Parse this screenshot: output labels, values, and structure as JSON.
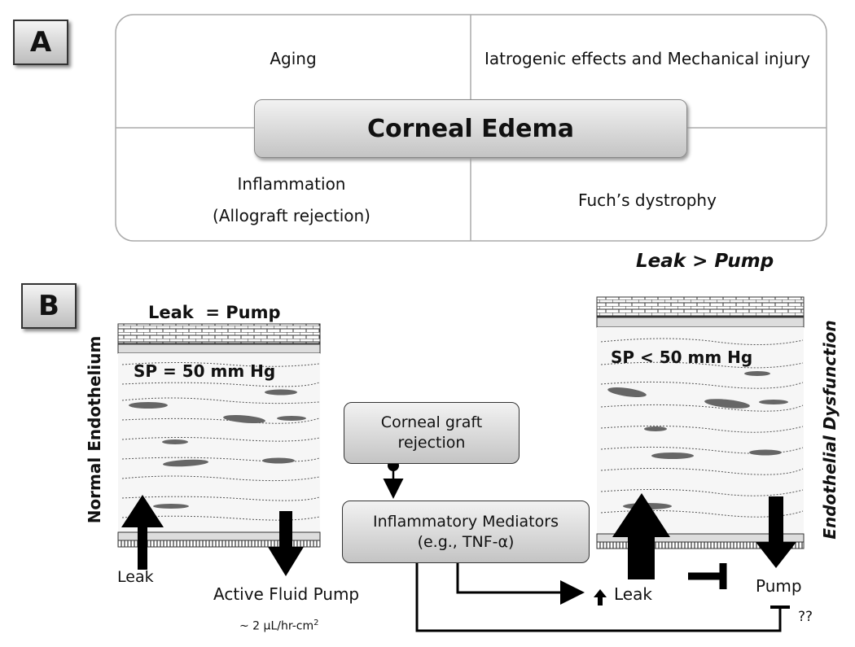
{
  "panel_a": {
    "label": "A",
    "center": "Corneal Edema",
    "quadrants": {
      "top_left": "Aging",
      "top_right": "Iatrogenic effects and Mechanical injury",
      "bottom_left_line1": "Inflammation",
      "bottom_left_line2": "(Allograft rejection)",
      "bottom_right": "Fuch’s dystrophy"
    }
  },
  "panel_b": {
    "label": "B",
    "left": {
      "side_label": "Normal Endothelium",
      "balance": "Leak  = Pump",
      "pressure": "SP = 50 mm Hg",
      "leak": "Leak",
      "pump": "Active Fluid Pump",
      "rate_prefix": "~ 2 ",
      "rate_unit": "μL/hr-cm",
      "rate_exp": "2"
    },
    "right": {
      "side_label": "Endothelial Dysfunction",
      "balance": "Leak > Pump",
      "pressure": "SP < 50 mm Hg",
      "leak": "Leak",
      "pump": "Pump",
      "unknown": "??"
    },
    "middle": {
      "graft_line1": "Corneal graft",
      "graft_line2": "rejection",
      "mediators_line1": "Inflammatory Mediators",
      "mediators_line2": "(e.g., TNF-α)"
    }
  }
}
